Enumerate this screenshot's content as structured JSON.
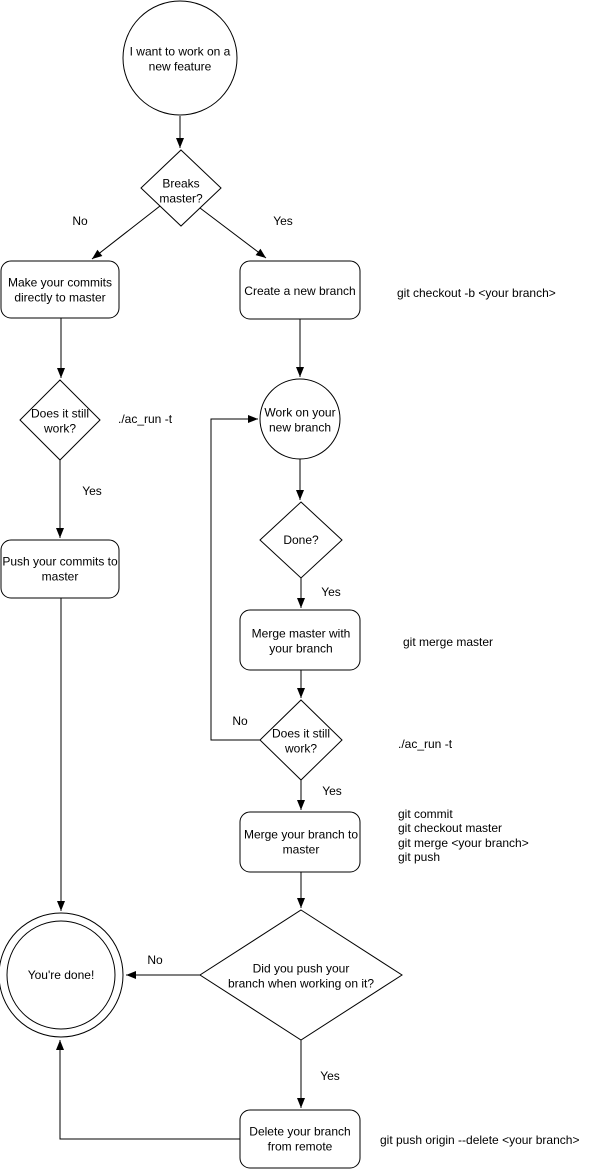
{
  "diagram": {
    "background_color": "#ffffff",
    "stroke_color": "#000000",
    "text_color": "#000000",
    "nodes": [
      {
        "id": "start",
        "type": "circle",
        "label": "I want to work on a\nnew feature"
      },
      {
        "id": "breaks-master",
        "type": "diamond",
        "label": "Breaks\nmaster?"
      },
      {
        "id": "make-commits",
        "type": "rounded-rect",
        "label": "Make your commits\ndirectly to master"
      },
      {
        "id": "create-branch",
        "type": "rounded-rect",
        "label": "Create a new branch"
      },
      {
        "id": "does-it-still-work-1",
        "type": "diamond",
        "label": "Does it still\nwork?"
      },
      {
        "id": "push-commits",
        "type": "rounded-rect",
        "label": "Push your commits to\nmaster"
      },
      {
        "id": "work-on-branch",
        "type": "circle",
        "label": "Work on your\nnew branch"
      },
      {
        "id": "done",
        "type": "diamond",
        "label": "Done?"
      },
      {
        "id": "merge-master",
        "type": "rounded-rect",
        "label": "Merge master with\nyour branch"
      },
      {
        "id": "does-it-still-work-2",
        "type": "diamond",
        "label": "Does it still\nwork?"
      },
      {
        "id": "merge-branch",
        "type": "rounded-rect",
        "label": "Merge your branch to\nmaster"
      },
      {
        "id": "did-you-push",
        "type": "diamond",
        "label": "Did you push your\nbranch when working on it?"
      },
      {
        "id": "youre-done",
        "type": "double-circle",
        "label": "You're done!"
      },
      {
        "id": "delete-branch",
        "type": "rounded-rect",
        "label": "Delete your branch\nfrom remote"
      }
    ],
    "edge_labels": [
      {
        "id": "breaks-master-no",
        "text": "No"
      },
      {
        "id": "breaks-master-yes",
        "text": "Yes"
      },
      {
        "id": "does-it-still-work-1-yes",
        "text": "Yes"
      },
      {
        "id": "done-yes",
        "text": "Yes"
      },
      {
        "id": "does-it-still-work-2-no",
        "text": "No"
      },
      {
        "id": "does-it-still-work-2-yes",
        "text": "Yes"
      },
      {
        "id": "did-you-push-no",
        "text": "No"
      },
      {
        "id": "did-you-push-yes",
        "text": "Yes"
      }
    ],
    "annotations": [
      {
        "id": "cmd-checkout",
        "text": "git checkout -b <your branch>"
      },
      {
        "id": "cmd-ac-run-1",
        "text": "./ac_run -t"
      },
      {
        "id": "cmd-merge-master",
        "text": "git merge master"
      },
      {
        "id": "cmd-ac-run-2",
        "text": "./ac_run -t"
      },
      {
        "id": "cmd-merge-branch",
        "text": "git commit\ngit checkout master\ngit merge <your branch>\ngit push"
      },
      {
        "id": "cmd-delete-remote",
        "text": "git push origin --delete <your branch>"
      }
    ]
  }
}
